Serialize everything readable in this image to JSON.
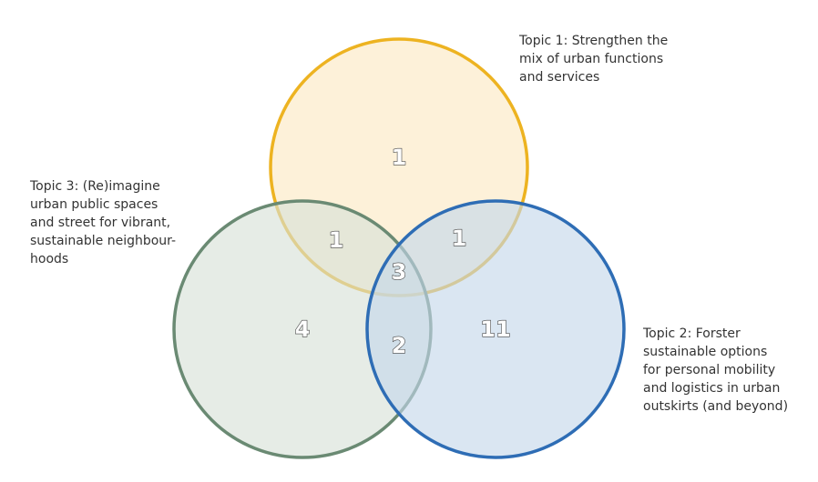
{
  "topics": {
    "topic1": "Topic 1: Strengthen the\nmix of urban functions\nand services",
    "topic2": "Topic 2: Forster\nsustainable options\nfor personal mobility\nand logistics in urban\noutskirts (and beyond)",
    "topic3": "Topic 3: (Re)imagine\nurban public spaces\nand street for vibrant,\nsustainable neighbour-\nhoods"
  },
  "counts": {
    "only_1": "1",
    "only_2": "11",
    "only_3": "4",
    "t1_t3": "1",
    "t1_t2": "1",
    "t2_t3": "2",
    "all": "3"
  },
  "colors": {
    "topic1_stroke": "#EDB321",
    "topic1_fill": "#FBE9C2",
    "topic2_stroke": "#2E6DB5",
    "topic2_fill": "#C4D6EA",
    "topic3_stroke": "#6A8A73",
    "topic3_fill": "#D6E0D6"
  }
}
